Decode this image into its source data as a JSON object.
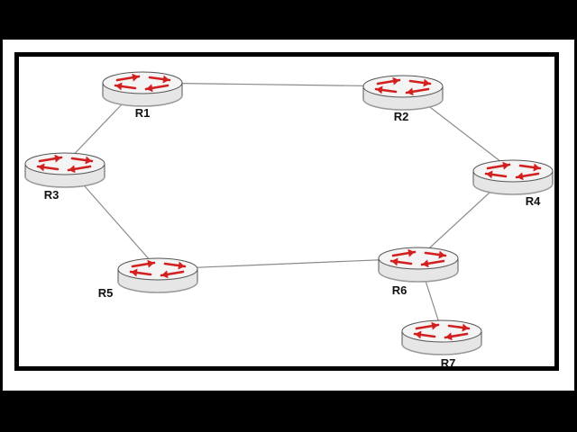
{
  "diagram": {
    "routers": [
      {
        "id": "R1",
        "label": "R1"
      },
      {
        "id": "R2",
        "label": "R2"
      },
      {
        "id": "R3",
        "label": "R3"
      },
      {
        "id": "R4",
        "label": "R4"
      },
      {
        "id": "R5",
        "label": "R5"
      },
      {
        "id": "R6",
        "label": "R6"
      },
      {
        "id": "R7",
        "label": "R7"
      }
    ],
    "links": [
      [
        "R1",
        "R2"
      ],
      [
        "R1",
        "R3"
      ],
      [
        "R2",
        "R4"
      ],
      [
        "R3",
        "R5"
      ],
      [
        "R5",
        "R6"
      ],
      [
        "R4",
        "R6"
      ],
      [
        "R6",
        "R7"
      ]
    ],
    "colors": {
      "router_body": "#e6e6e6",
      "router_outline": "#555555",
      "arrow": "#d21f1f",
      "link": "#8a8a8a"
    },
    "icon": "router-icon"
  }
}
